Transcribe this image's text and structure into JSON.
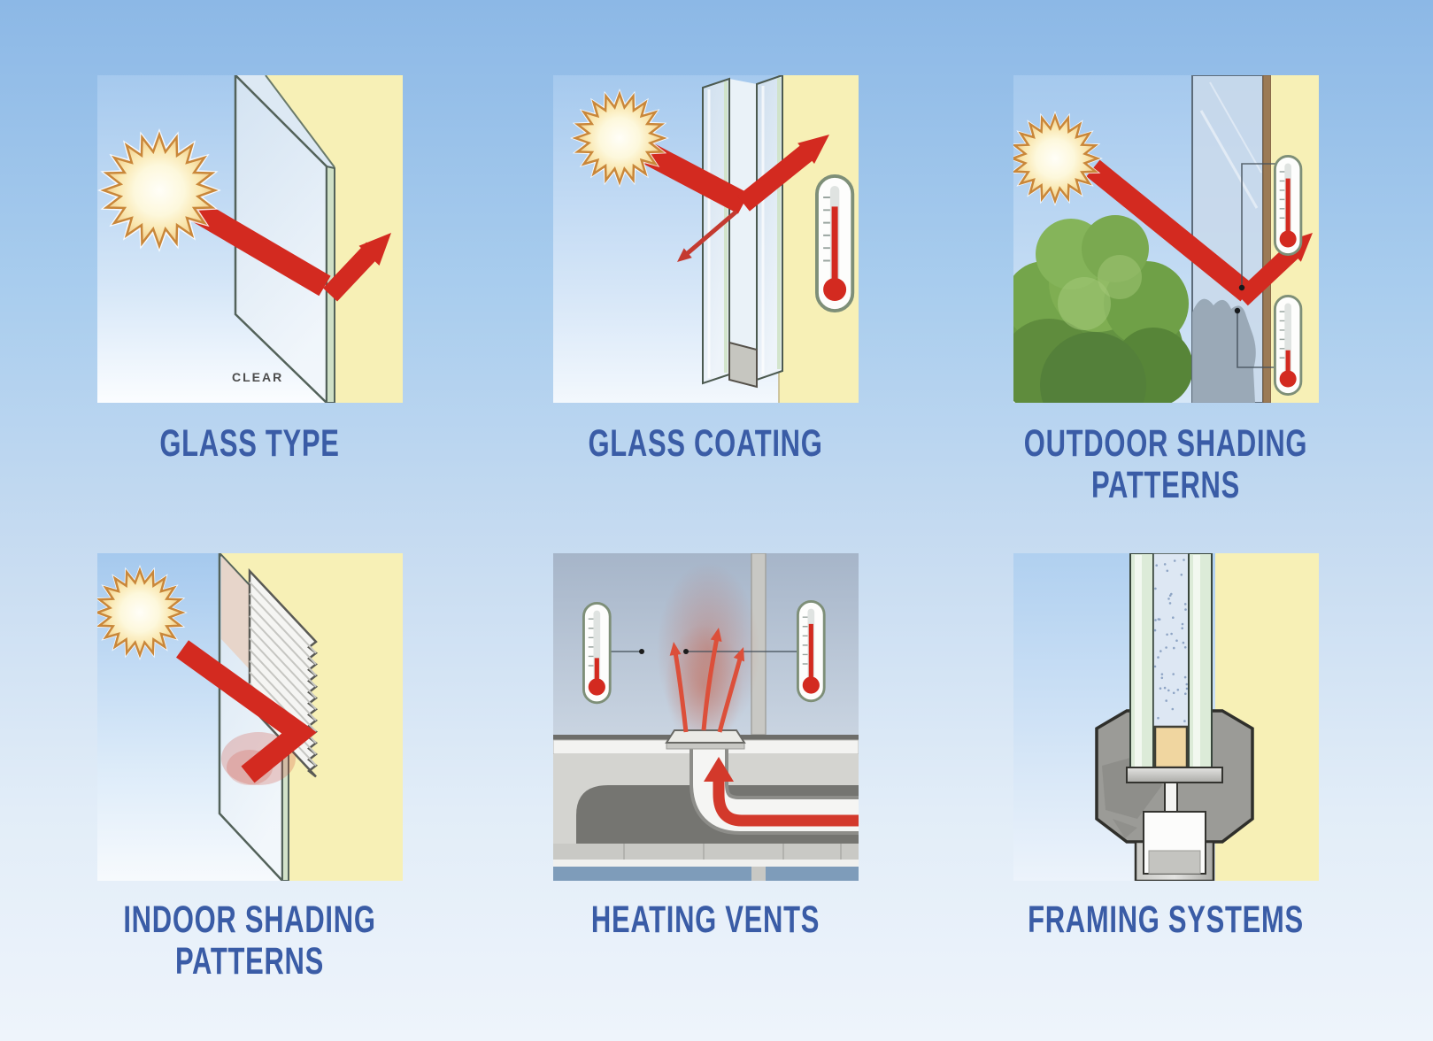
{
  "page": {
    "title": "window-heat-gain-factors-diagram",
    "background_top": "#8cb8e6",
    "background_bottom": "#eef4fb"
  },
  "colors": {
    "accent_red": "#d32a20",
    "title_blue": "#3a5ca6",
    "wall_yellow": "#f7f0b6",
    "sky_blue": "#a8ccf0",
    "tree_green": "#6b9c44",
    "glass_tint": "#d8e6f3",
    "thermometer_red": "#d32a20"
  },
  "panels": [
    {
      "id": "glass-type",
      "title_line1": "GLASS TYPE",
      "label": "CLEAR",
      "icon": "sun-ray-through-clear-glass-icon"
    },
    {
      "id": "glass-coating",
      "title_line1": "GLASS COATING",
      "icon": "sun-ray-reflected-by-coated-double-pane-icon",
      "thermometer": "warm"
    },
    {
      "id": "outdoor-shading-patterns",
      "title_line1": "OUTDOOR SHADING",
      "title_line2": "PATTERNS",
      "icon": "tree-shading-window-icon",
      "thermometers": [
        "hot",
        "cool"
      ]
    },
    {
      "id": "indoor-shading-patterns",
      "title_line1": "INDOOR SHADING",
      "title_line2": "PATTERNS",
      "icon": "sun-ray-bouncing-off-interior-blinds-icon"
    },
    {
      "id": "heating-vents",
      "title_line1": "HEATING VENTS",
      "icon": "floor-heating-vent-icon",
      "thermometers": [
        "cool",
        "hot"
      ]
    },
    {
      "id": "framing-systems",
      "title_line1": "FRAMING SYSTEMS",
      "icon": "window-frame-cross-section-icon"
    }
  ]
}
